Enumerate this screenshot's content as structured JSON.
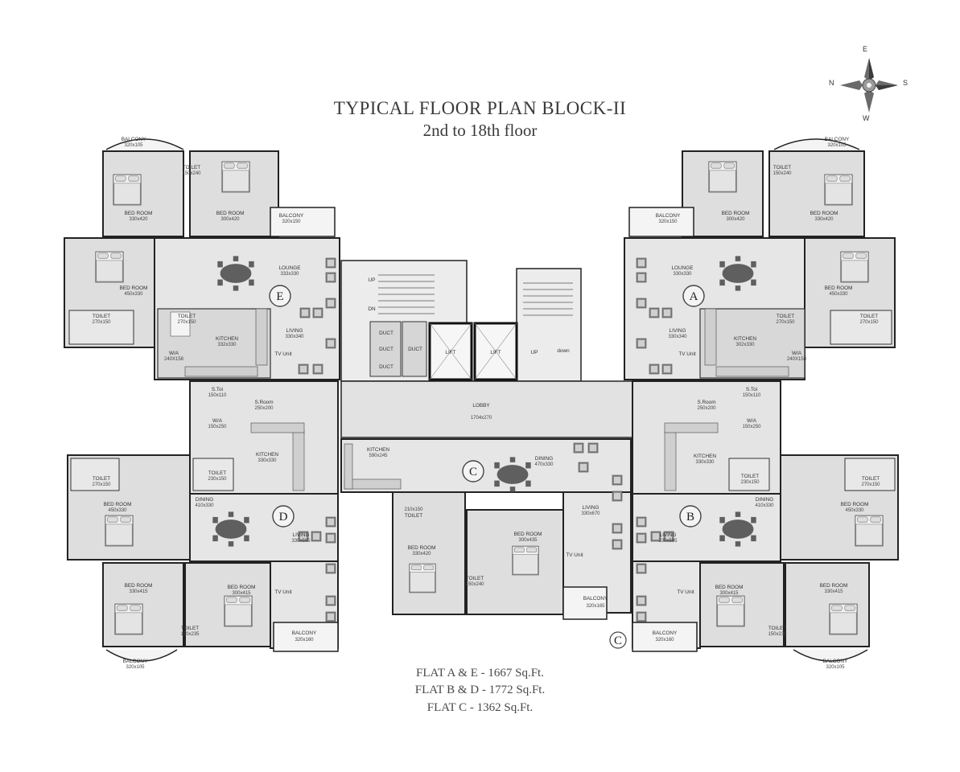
{
  "title": "TYPICAL FLOOR PLAN  BLOCK-II",
  "subtitle": "2nd to 18th floor",
  "compass": {
    "n": "N",
    "e": "E",
    "s": "S",
    "w": "W"
  },
  "flats": {
    "a": "A",
    "b": "B",
    "c": "C",
    "d": "D",
    "e": "E"
  },
  "areas": [
    "FLAT A & E - 1667 Sq.Ft.",
    "FLAT B & D - 1772 Sq.Ft.",
    "FLAT C - 1362 Sq.Ft."
  ],
  "labels": {
    "balcony": "BALCONY",
    "toilet": "TOILET",
    "bed_room": "BED ROOM",
    "lounge": "LOUNGE",
    "living": "LIVING",
    "kitchen": "KITCHEN",
    "dining": "DINING",
    "wa": "W/A",
    "tv_unit": "TV Unit",
    "s_room": "S.Room",
    "s_toi": "S.Toi",
    "lobby": "LOBBY",
    "lift": "LIFT",
    "duct": "DUCT",
    "up": "UP",
    "dn": "DN",
    "down": "down"
  },
  "dims": {
    "bal_320x105": "320x105",
    "bal_320x150": "320x150",
    "bal_320x160": "320x160",
    "bal_320x165": "320x165",
    "toi_150x240": "150x240",
    "toi_270x150": "270x150",
    "toi_230x150": "230x150",
    "toi_150x235": "150x235",
    "bed_330x420": "330x420",
    "bed_300x420": "300x420",
    "bed_450x330": "450x330",
    "bed_330x415": "330x415",
    "bed_300x415": "300x415",
    "bed_300x435": "300x435",
    "lounge_333x330": "333x330",
    "lounge_330x330": "330x330",
    "liv_330x340": "330x340",
    "liv_330x595": "330x595",
    "liv_330x670": "330x670",
    "kit_332x330": "332x330",
    "kit_302x330": "302x330",
    "kit_330x330": "330x330",
    "kit_590x245": "590x245",
    "wa_240x158": "240X158",
    "wa_150x250": "150x250",
    "din_410x330": "410x330",
    "din_470x330": "470x330",
    "sroom_250x200": "250x200",
    "stoi_150x110": "150x110",
    "lobby_1704x270": "1704x270",
    "toi_210x150": "210x150"
  }
}
